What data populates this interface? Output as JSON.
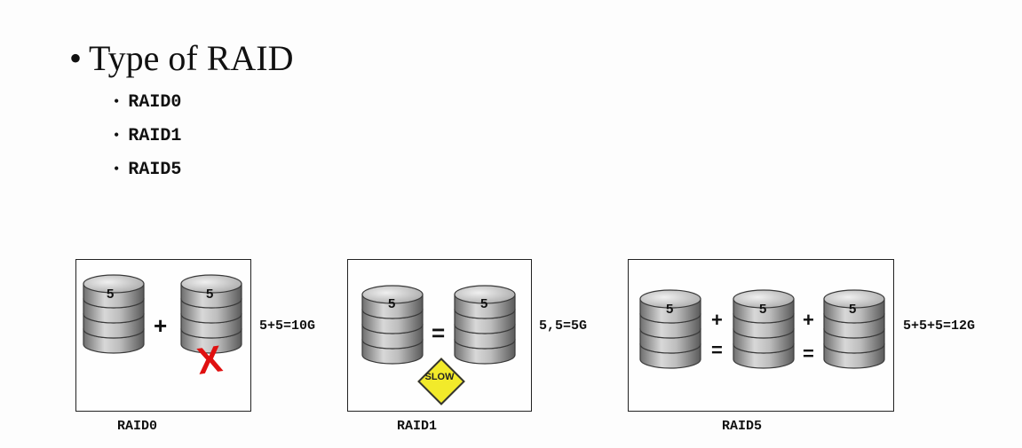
{
  "slide": {
    "title": "Type of RAID",
    "bullet_symbol": "•",
    "items": [
      "RAID0",
      "RAID1",
      "RAID5"
    ]
  },
  "diagrams": [
    {
      "caption": "RAID0",
      "formula": "5+5=10G",
      "disk_labels": [
        "5",
        "5"
      ],
      "operators": [
        "+"
      ],
      "failure_mark": "X"
    },
    {
      "caption": "RAID1",
      "formula": "5,5=5G",
      "disk_labels": [
        "5",
        "5"
      ],
      "operators": [
        "="
      ],
      "sign_text": "SLOW"
    },
    {
      "caption": "RAID5",
      "formula": "5+5+5=12G",
      "disk_labels": [
        "5",
        "5",
        "5"
      ],
      "operators": [
        "+",
        "=",
        "+",
        "="
      ]
    }
  ],
  "colors": {
    "disk_light": "#e0e0e0",
    "disk_dark": "#707070",
    "failure": "#e01010",
    "slow_sign": "#f2ea2a"
  }
}
